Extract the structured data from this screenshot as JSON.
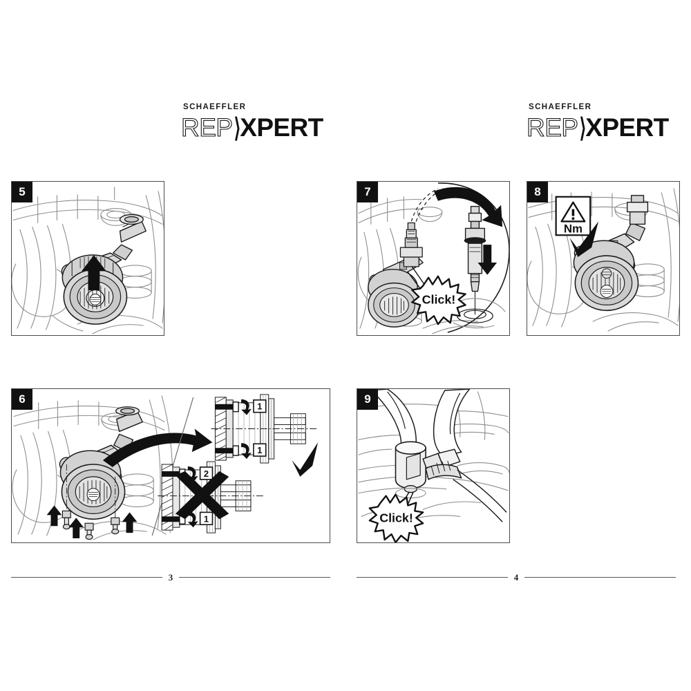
{
  "document": {
    "type": "technical-repair-instruction-sheet",
    "spread": "two-page"
  },
  "brand": {
    "company": "SCHAEFFLER",
    "product_rep": "REP",
    "product_chevron": "⟩",
    "product_xpert": "XPERT"
  },
  "pages": [
    {
      "side": "left",
      "page_number": "3",
      "panels": [
        {
          "number": "5",
          "caption_icons": [],
          "annotations": [
            {
              "type": "arrow",
              "direction": "up",
              "label": "push-up-arrow"
            }
          ]
        },
        {
          "number": "6",
          "caption_icons": [],
          "annotations": [
            {
              "type": "arrow",
              "direction": "up",
              "label": "bolt-arrow-left"
            },
            {
              "type": "arrow",
              "direction": "up",
              "label": "bolt-arrow-center"
            },
            {
              "type": "arrow",
              "direction": "up",
              "label": "bolt-arrow-right"
            },
            {
              "type": "arrow",
              "direction": "curve-right",
              "label": "detail-pointer-arrow"
            },
            {
              "type": "check",
              "label": "correct-mark"
            },
            {
              "type": "cross",
              "label": "incorrect-mark"
            }
          ],
          "detail_correct": {
            "status": "correct",
            "bolt_labels": [
              "1",
              "1"
            ]
          },
          "detail_incorrect": {
            "status": "incorrect",
            "bolt_labels": [
              "2",
              "1"
            ]
          }
        }
      ]
    },
    {
      "side": "right",
      "page_number": "4",
      "panels": [
        {
          "number": "7",
          "annotations": [
            {
              "type": "callout",
              "label": "click-burst",
              "text": "Click!"
            },
            {
              "type": "arrow",
              "direction": "curve-right-down",
              "label": "detail-pointer-arrow"
            },
            {
              "type": "arrow",
              "direction": "down",
              "label": "insert-down-arrow"
            }
          ]
        },
        {
          "number": "8",
          "annotations": [
            {
              "type": "warning-box",
              "label": "torque-warning",
              "unit_text": "Nm",
              "symbol": "!"
            },
            {
              "type": "check",
              "label": "correct-mark"
            }
          ]
        },
        {
          "number": "9",
          "annotations": [
            {
              "type": "callout",
              "label": "click-burst",
              "text": "Click!"
            }
          ]
        }
      ]
    }
  ],
  "colors": {
    "ink": "#111111",
    "line": "#4a4a4a",
    "drawing_light": "#8d8d8d",
    "fill_grey": "#d7d7d7",
    "fill_mid": "#bcbcbc",
    "paper": "#ffffff"
  }
}
